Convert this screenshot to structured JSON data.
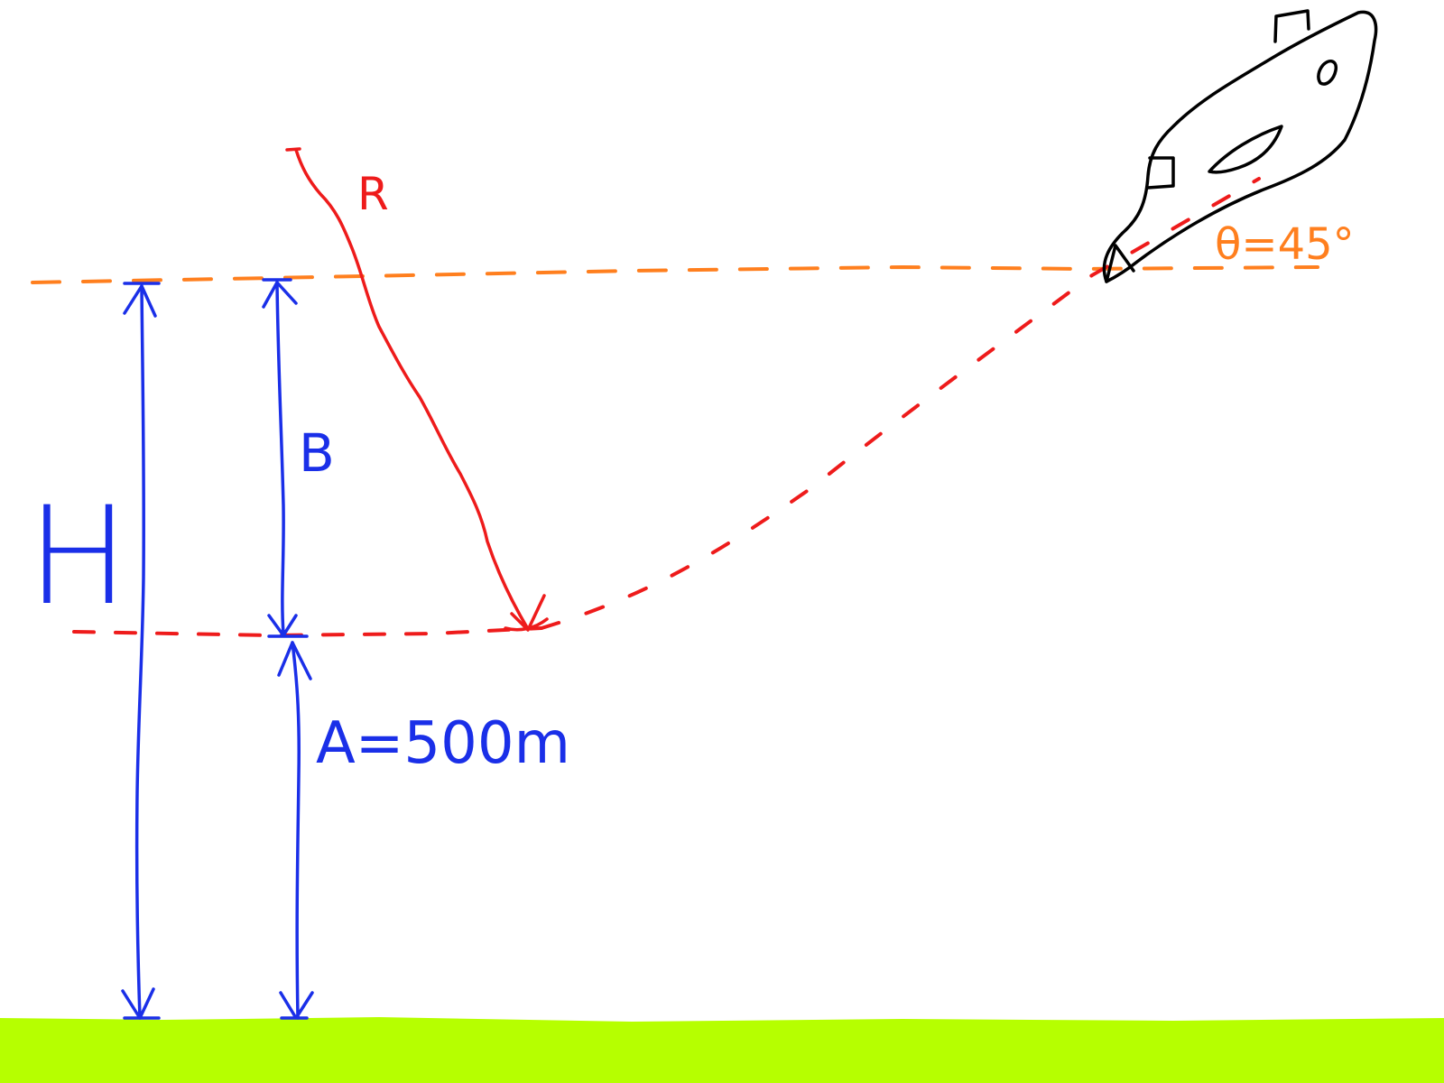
{
  "diagram": {
    "labels": {
      "H": "H",
      "B": "B",
      "A": "A=500m",
      "R": "R",
      "theta": "θ=45°"
    },
    "colors": {
      "blue": "#1a2fe8",
      "red": "#ee1b1b",
      "orange": "#ff7f1e",
      "ground": "#b6ff00",
      "black": "#000000"
    },
    "icons": {
      "aircraft": "aircraft-sketch-icon"
    }
  }
}
